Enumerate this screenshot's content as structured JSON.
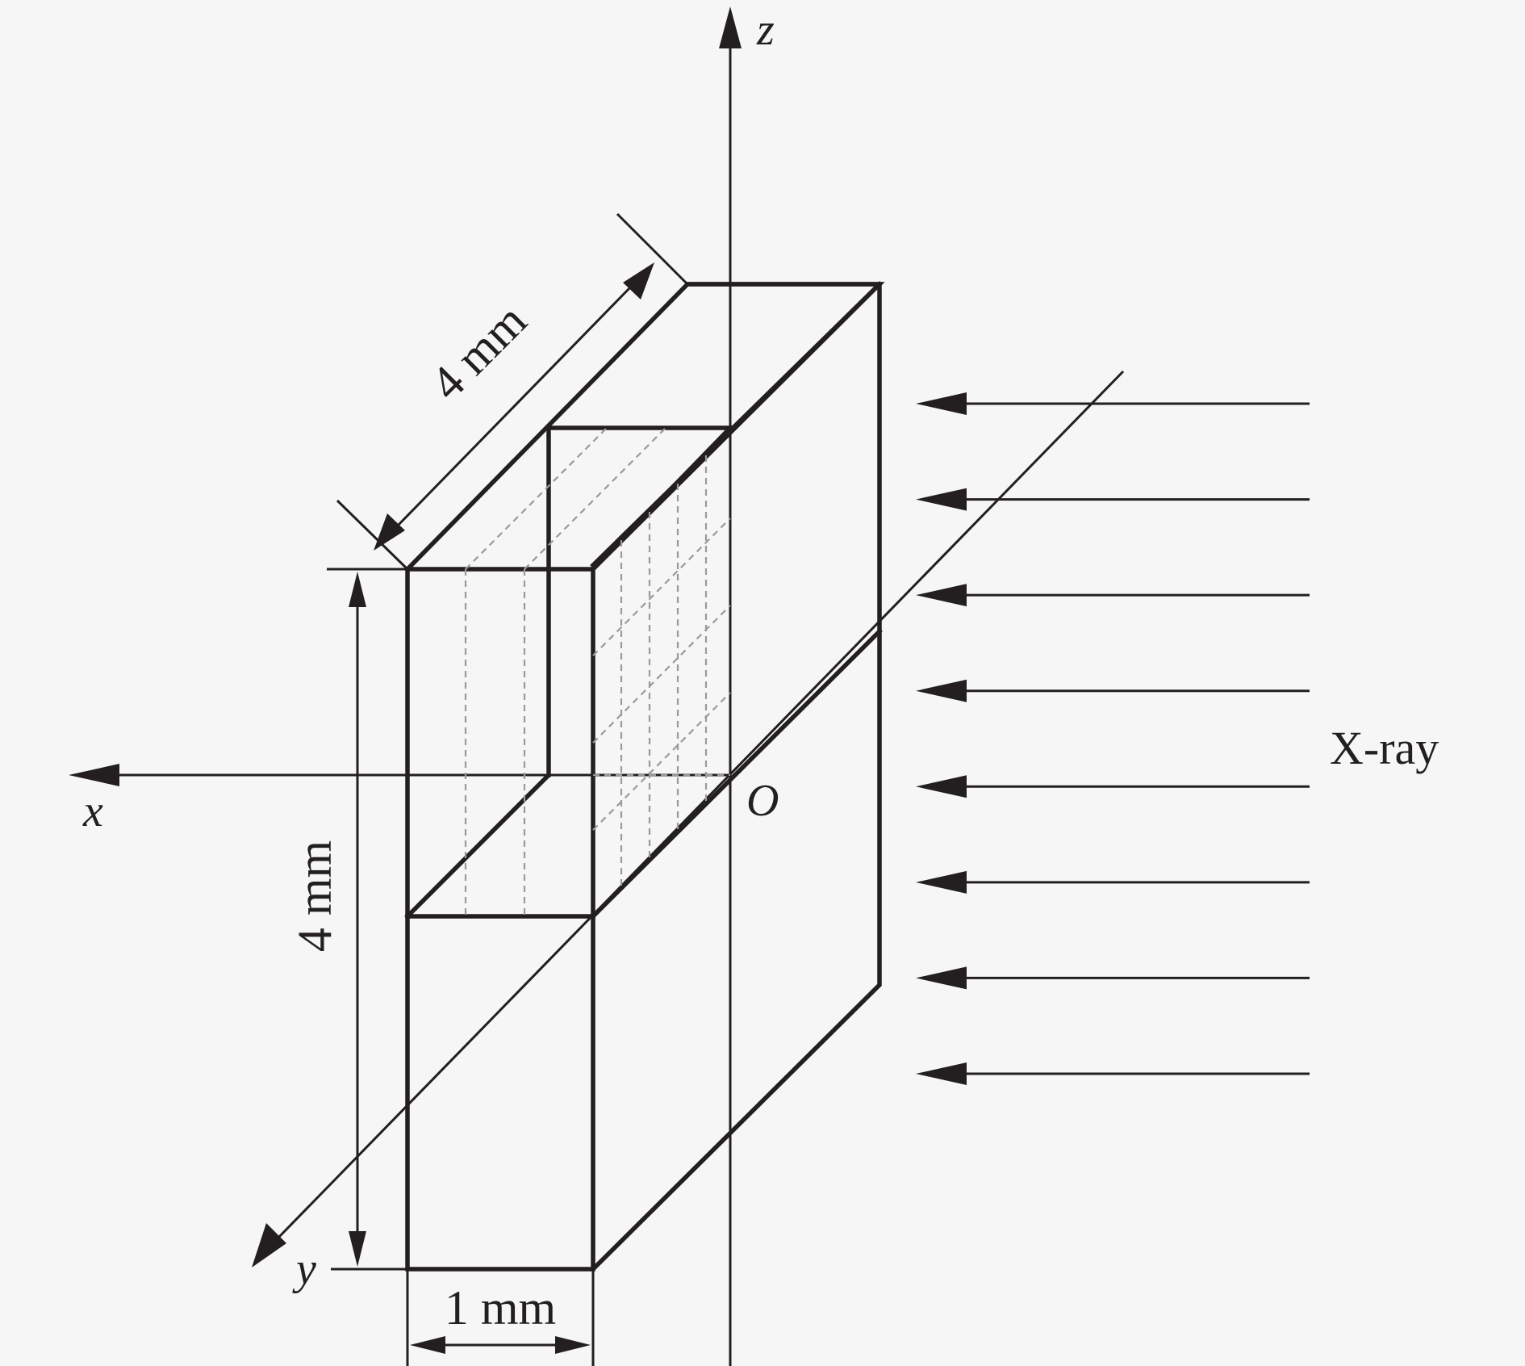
{
  "diagram": {
    "axes": {
      "x_label": "x",
      "y_label": "y",
      "z_label": "z",
      "origin_label": "O"
    },
    "dimensions": {
      "depth": "4 mm",
      "height": "4 mm",
      "width": "1 mm"
    },
    "beam": {
      "label": "X-ray",
      "arrow_count": 8
    },
    "colors": {
      "line": "#231f20",
      "hidden": "#9a9a9a",
      "background": "#f6f6f6"
    }
  }
}
